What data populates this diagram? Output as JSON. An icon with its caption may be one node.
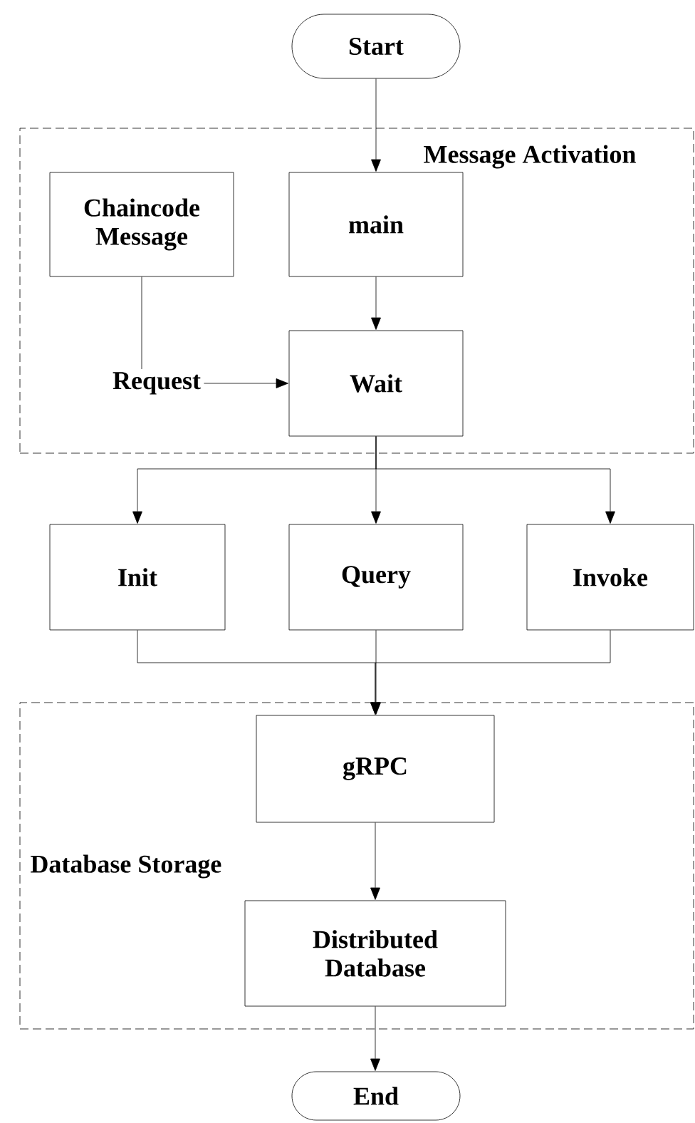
{
  "diagram": {
    "nodes": [
      {
        "text": [
          "Start"
        ]
      },
      {
        "text": [
          "Message Activation"
        ]
      },
      {
        "text": [
          "Chaincode Message"
        ],
        "in": 1
      },
      {
        "text": [
          "main"
        ],
        "in": 1
      },
      {
        "text": [
          "Request"
        ],
        "in": 1
      },
      {
        "text": [
          "Wait"
        ],
        "in": 1
      },
      {
        "text": [
          "Init"
        ]
      },
      {
        "text": [
          "Query"
        ]
      },
      {
        "text": [
          "Invoke"
        ]
      },
      {
        "text": [
          "Database Storage"
        ]
      },
      {
        "text": [
          "gRPC"
        ],
        "in": 9
      },
      {
        "text": [
          "Distributed Database"
        ],
        "in": 9
      },
      {
        "text": [
          "End"
        ]
      }
    ],
    "edges": [
      {
        "from": 0,
        "to": 3,
        "arrow": "to"
      },
      {
        "from": 3,
        "to": 5,
        "arrow": "to"
      },
      {
        "from": 2,
        "to": 4,
        "arrow": "none"
      },
      {
        "from": 4,
        "to": 5,
        "arrow": "to"
      },
      {
        "from": 5,
        "to": 6,
        "arrow": "to"
      },
      {
        "from": 5,
        "to": 7,
        "arrow": "to"
      },
      {
        "from": 5,
        "to": 8,
        "arrow": "to"
      },
      {
        "from": 6,
        "to": 10,
        "arrow": "to"
      },
      {
        "from": 7,
        "to": 10,
        "arrow": "to"
      },
      {
        "from": 8,
        "to": 10,
        "arrow": "to"
      },
      {
        "from": 10,
        "to": 11,
        "arrow": "to"
      },
      {
        "from": 11,
        "to": 12,
        "arrow": "to"
      }
    ]
  }
}
